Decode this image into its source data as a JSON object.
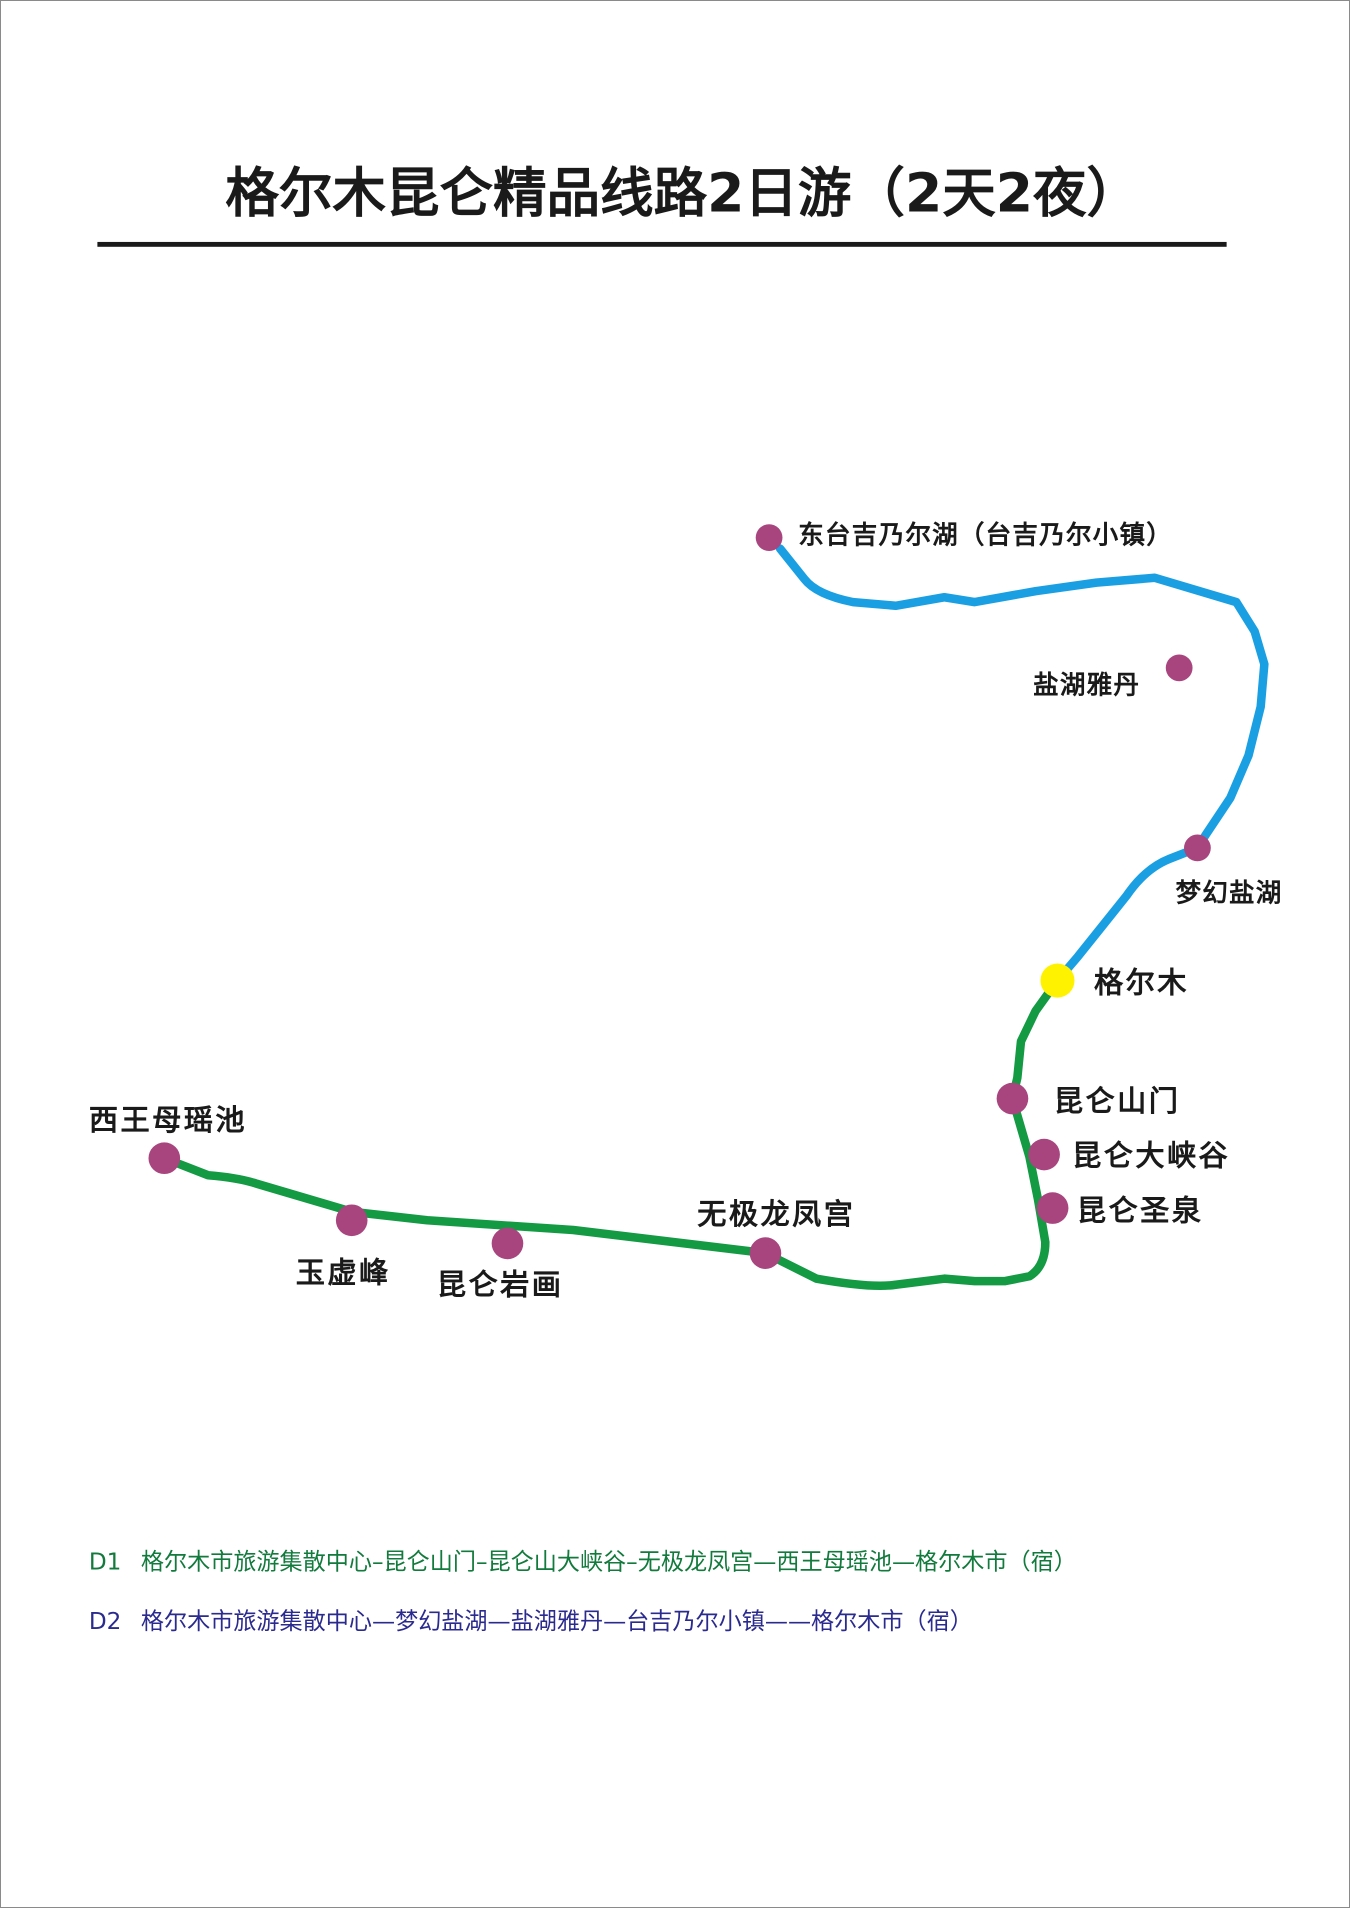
{
  "title": "格尔木昆仑精品线路2日游（2天2夜）",
  "colors": {
    "day1_route": "#139a43",
    "day2_route": "#1a9fe3",
    "stop_dot": "#a8457f",
    "hub_dot": "#fff200",
    "day1_text": "#127a3c",
    "day2_text": "#2b2a8e"
  },
  "map": {
    "hub": {
      "label": "格尔木"
    },
    "day2_stops": [
      {
        "label": "东台吉乃尔湖（台吉乃尔小镇）"
      },
      {
        "label": "盐湖雅丹"
      },
      {
        "label": "梦幻盐湖"
      }
    ],
    "day1_stops": [
      {
        "label": "昆仑山门"
      },
      {
        "label": "昆仑大峡谷"
      },
      {
        "label": "昆仑圣泉"
      },
      {
        "label": "无极龙凤宫"
      },
      {
        "label": "昆仑岩画"
      },
      {
        "label": "玉虚峰"
      },
      {
        "label": "西王母瑶池"
      }
    ]
  },
  "itinerary": [
    {
      "day": "D1",
      "route": "格尔木市旅游集散中心–昆仑山门–昆仑山大峡谷–无极龙凤宫—西王母瑶池—格尔木市（宿）"
    },
    {
      "day": "D2",
      "route": "格尔木市旅游集散中心—梦幻盐湖—盐湖雅丹—台吉乃尔小镇——格尔木市（宿）"
    }
  ]
}
